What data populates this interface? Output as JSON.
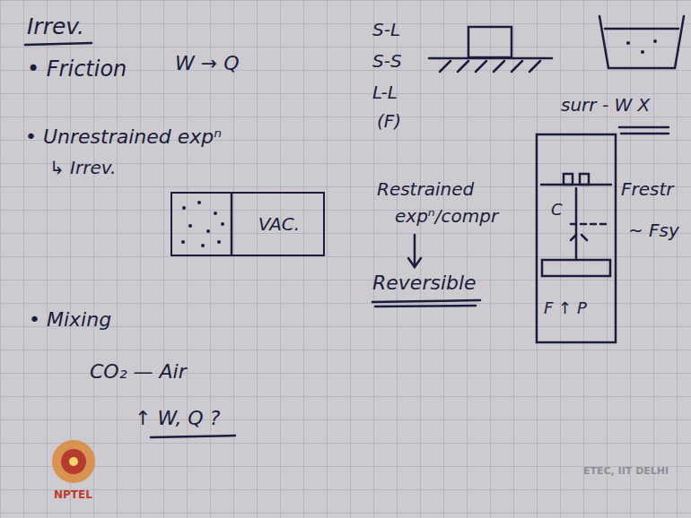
{
  "diagram": {
    "title": "Irrev.",
    "nodes": [
      {
        "text": [
          "VAC."
        ]
      }
    ],
    "labels": [
      "• Friction",
      "W → Q",
      "S-L",
      "S-S",
      "L-L",
      "(F)",
      "• Unrestrained expⁿ",
      "↳ Irrev.",
      "Restrained",
      "expⁿ/compr",
      "Reversible",
      "surr - W X",
      "Frestr",
      "~ Fsy",
      "C",
      "F ↑ P",
      "• Mixing",
      "CO₂ — Air",
      "↑ W, Q ?",
      "NPTEL",
      "ETEC, IIT DELHI"
    ]
  }
}
